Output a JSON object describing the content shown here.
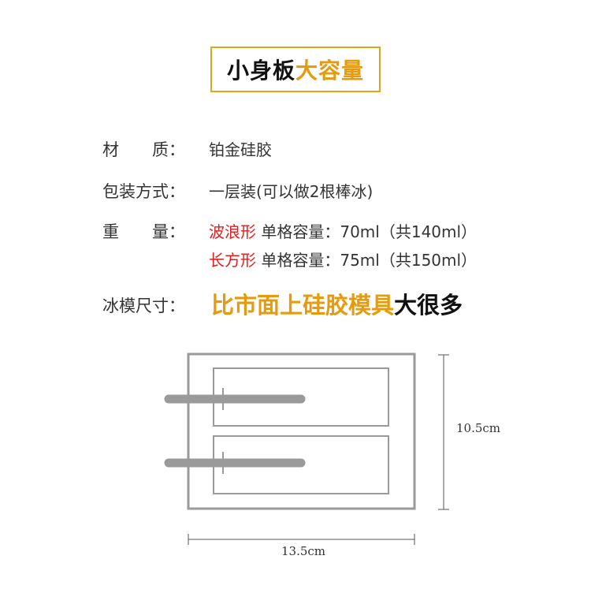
{
  "title": {
    "part1": "小身板",
    "part2": "大容量"
  },
  "specs": {
    "material": {
      "label": "材　　质：",
      "value": "铂金硅胶"
    },
    "packaging": {
      "label": "包装方式：",
      "value": "一层装(可以做2根棒冰)"
    },
    "weight": {
      "label": "重　　量：",
      "wave": {
        "name": "波浪形",
        "detail": "单格容量：70ml（共140ml）"
      },
      "rect": {
        "name": "长方形",
        "detail": "单格容量：75ml（共150ml）"
      }
    },
    "size": {
      "label": "冰模尺寸：",
      "highlight": "比市面上硅胶模具",
      "emphasis": "大很多"
    }
  },
  "diagram": {
    "height_label": "10.5cm",
    "width_label": "13.5cm",
    "colors": {
      "frame": "#9a9a9a",
      "stick": "#9a9a9a"
    }
  }
}
